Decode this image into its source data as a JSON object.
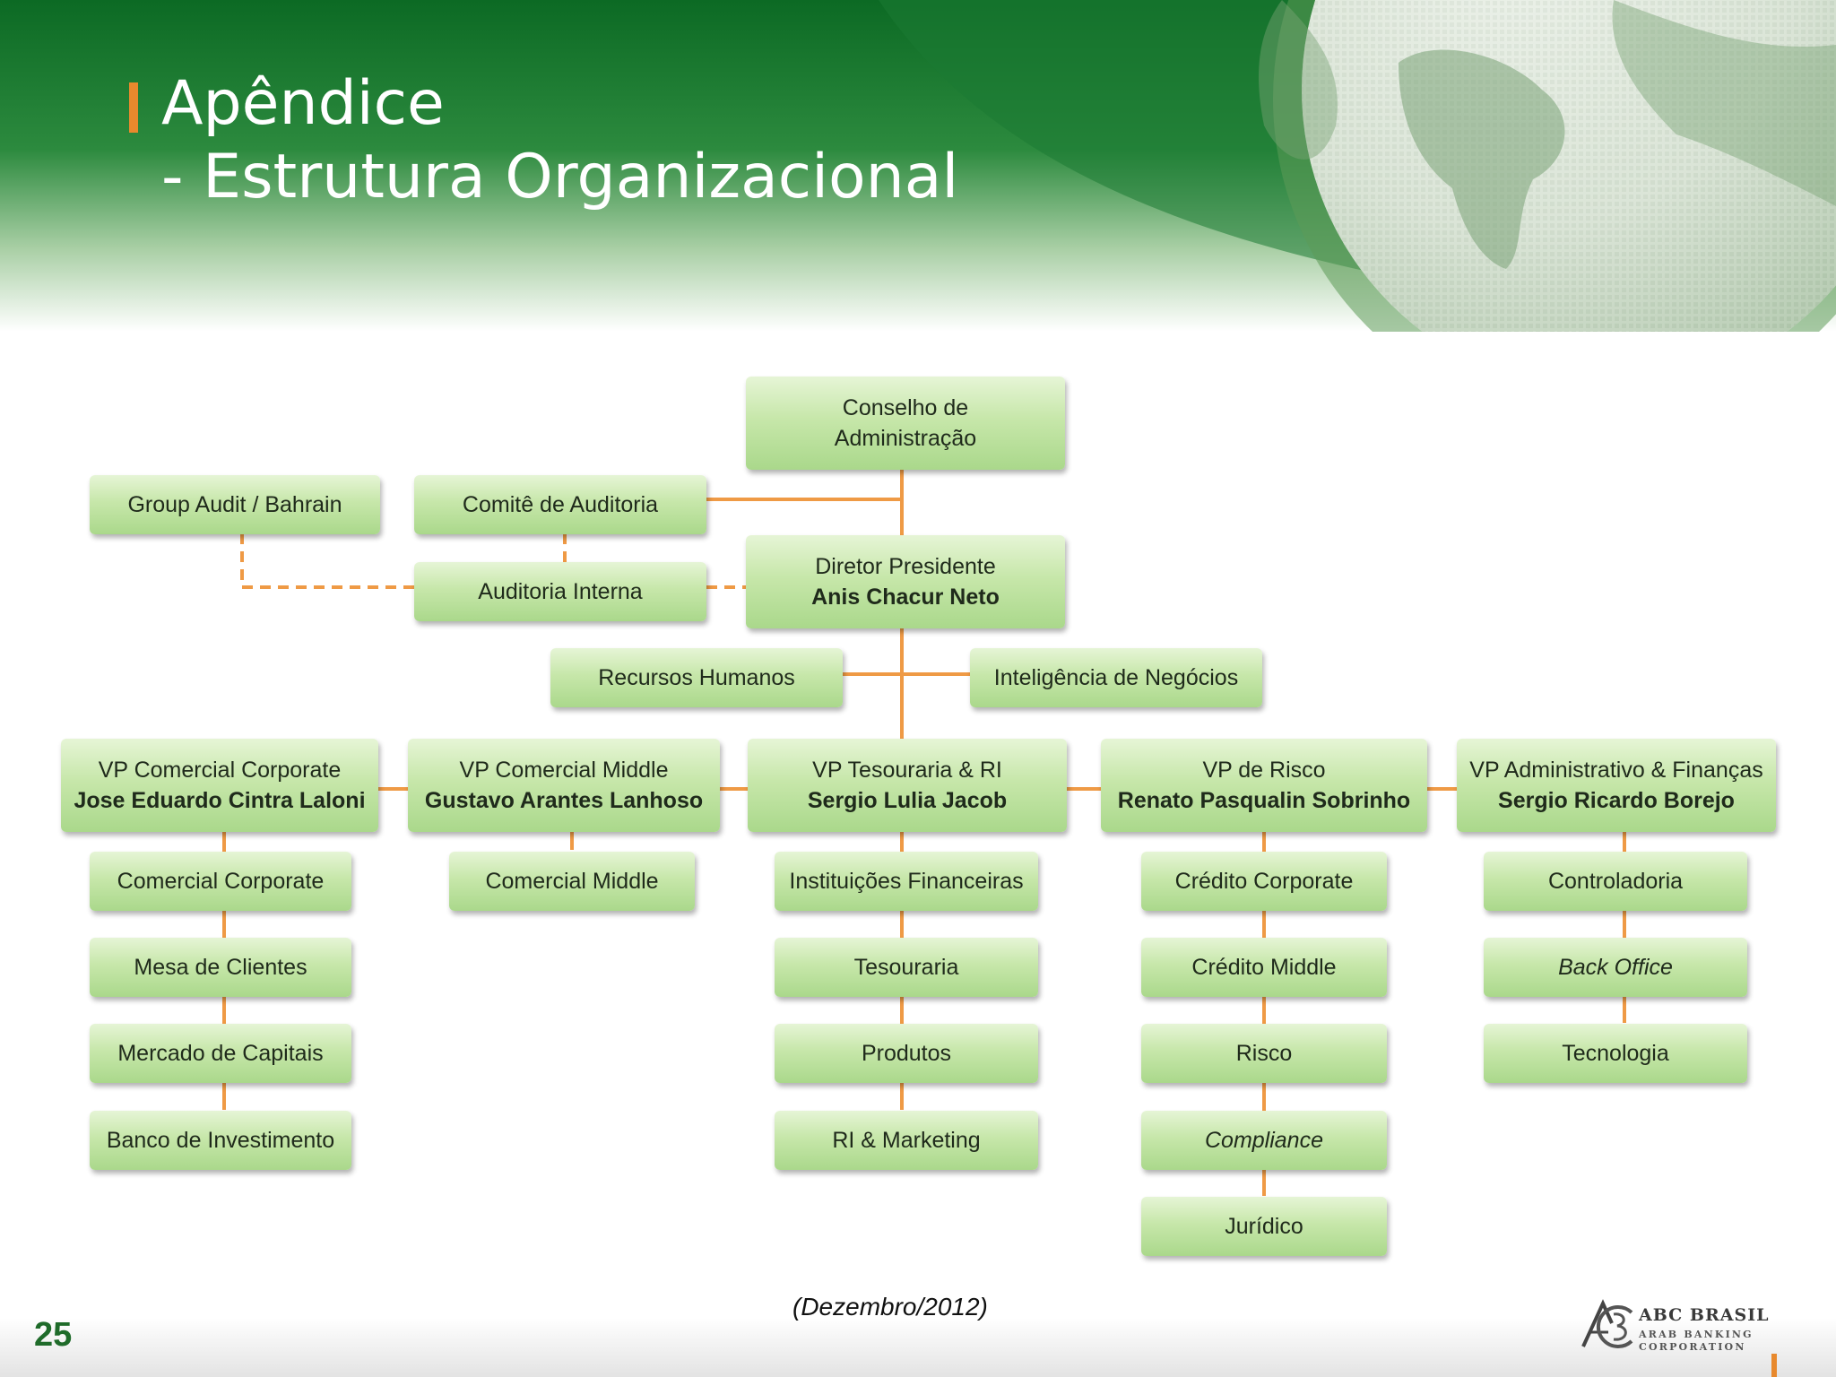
{
  "header": {
    "title_line1": "Apêndice",
    "title_line2": "- Estrutura Organizacional"
  },
  "org": {
    "board": {
      "line1": "Conselho de",
      "line2": "Administração"
    },
    "group_audit": "Group Audit / Bahrain",
    "audit_committee": "Comitê de Auditoria",
    "internal_audit": "Auditoria Interna",
    "ceo": {
      "role": "Diretor Presidente",
      "name": "Anis Chacur Neto"
    },
    "hr": "Recursos Humanos",
    "bi": "Inteligência de Negócios",
    "vps": [
      {
        "role": "VP Comercial Corporate",
        "name": "Jose Eduardo Cintra Laloni",
        "units": [
          "Comercial Corporate",
          "Mesa de Clientes",
          "Mercado de Capitais",
          "Banco de Investimento"
        ]
      },
      {
        "role": "VP Comercial Middle",
        "name": "Gustavo Arantes Lanhoso",
        "units": [
          "Comercial Middle"
        ]
      },
      {
        "role": "VP Tesouraria & RI",
        "name": "Sergio Lulia Jacob",
        "units": [
          "Instituições Financeiras",
          "Tesouraria",
          "Produtos",
          "RI & Marketing"
        ]
      },
      {
        "role": "VP de Risco",
        "name": "Renato Pasqualin Sobrinho",
        "units": [
          "Crédito Corporate",
          "Crédito Middle",
          "Risco",
          "Compliance",
          "Jurídico"
        ]
      },
      {
        "role": "VP Administrativo  & Finanças",
        "name": "Sergio Ricardo Borejo",
        "units": [
          "Controladoria",
          "Back Office",
          "Tecnologia"
        ]
      }
    ]
  },
  "footer": {
    "page_number": "25",
    "date_note": "(Dezembro/2012)",
    "logo_name": "ABC BRASIL",
    "logo_sub1": "ARAB BANKING",
    "logo_sub2": "CORPORATION"
  },
  "colors": {
    "connector": "#ef9a45",
    "header_green": "#177a2c",
    "box_green": "#bfe3a2",
    "title_accent": "#e8892d"
  }
}
